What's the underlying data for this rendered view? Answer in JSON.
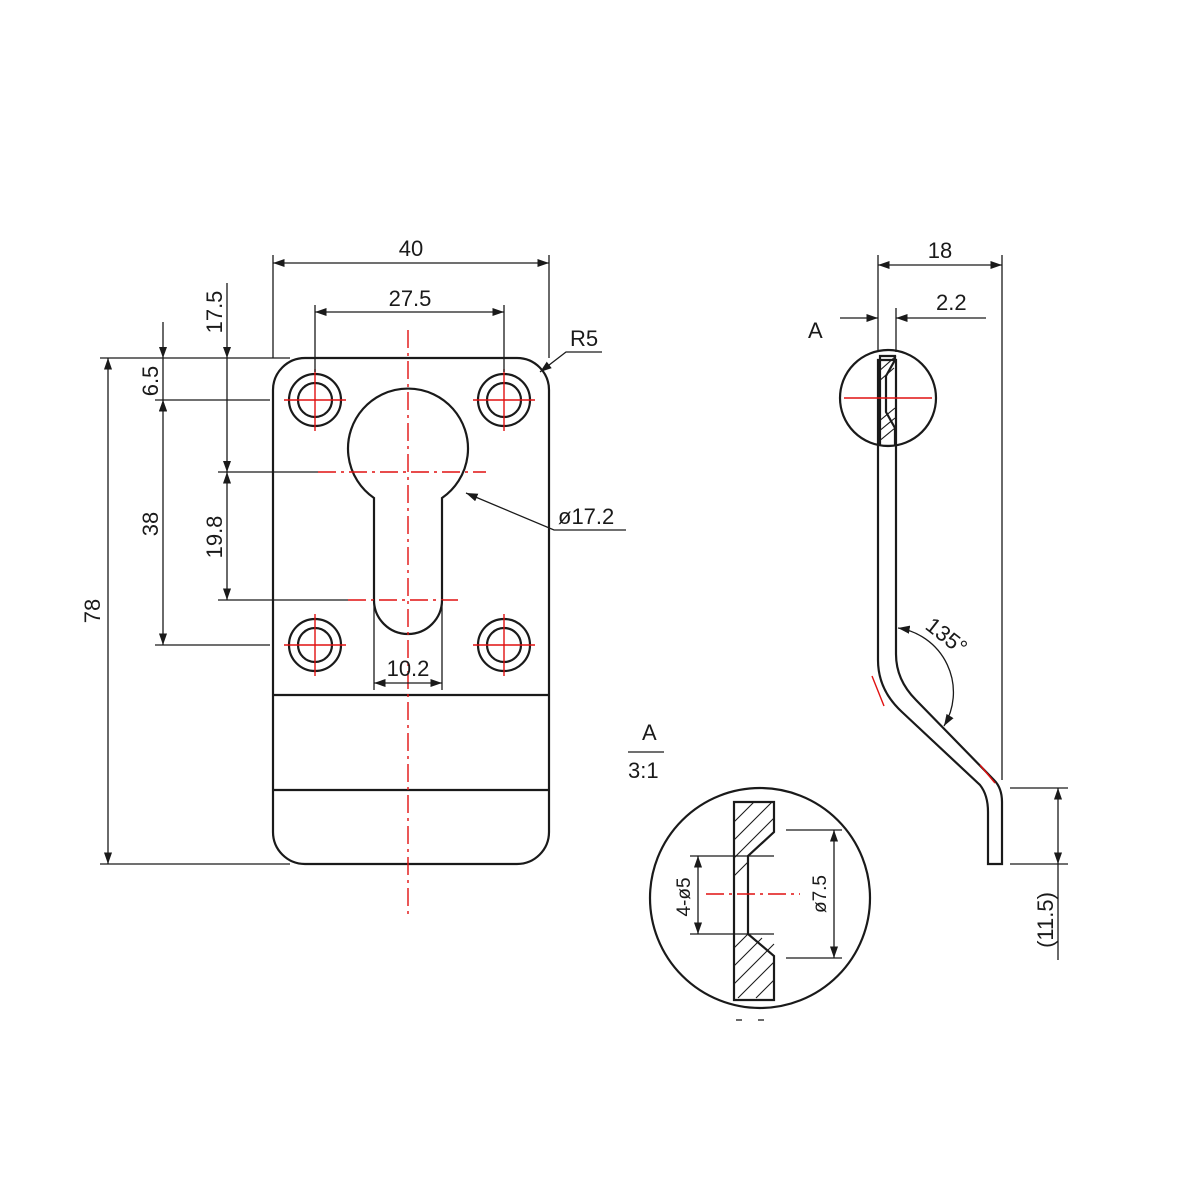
{
  "colors": {
    "outline": "#1a1a1a",
    "centerline": "#e01010",
    "background": "#ffffff"
  },
  "front_view": {
    "width": "40",
    "hole_spacing": "27.5",
    "corner_radius": "R5",
    "offset_top": "17.5",
    "hole_offset": "6.5",
    "height": "78",
    "hole_vertical_spacing": "38",
    "keyhole_length": "19.8",
    "slot_width": "10.2",
    "keyhole_diameter": "ø17.2"
  },
  "side_view": {
    "depth": "18",
    "thickness": "2.2",
    "section_marker": "A",
    "bend_angle": "135°",
    "bottom_length": "(11.5)"
  },
  "detail_view": {
    "label": "A",
    "scale": "3:1",
    "hole_callout": "4-ø5",
    "countersink": "ø7.5"
  }
}
